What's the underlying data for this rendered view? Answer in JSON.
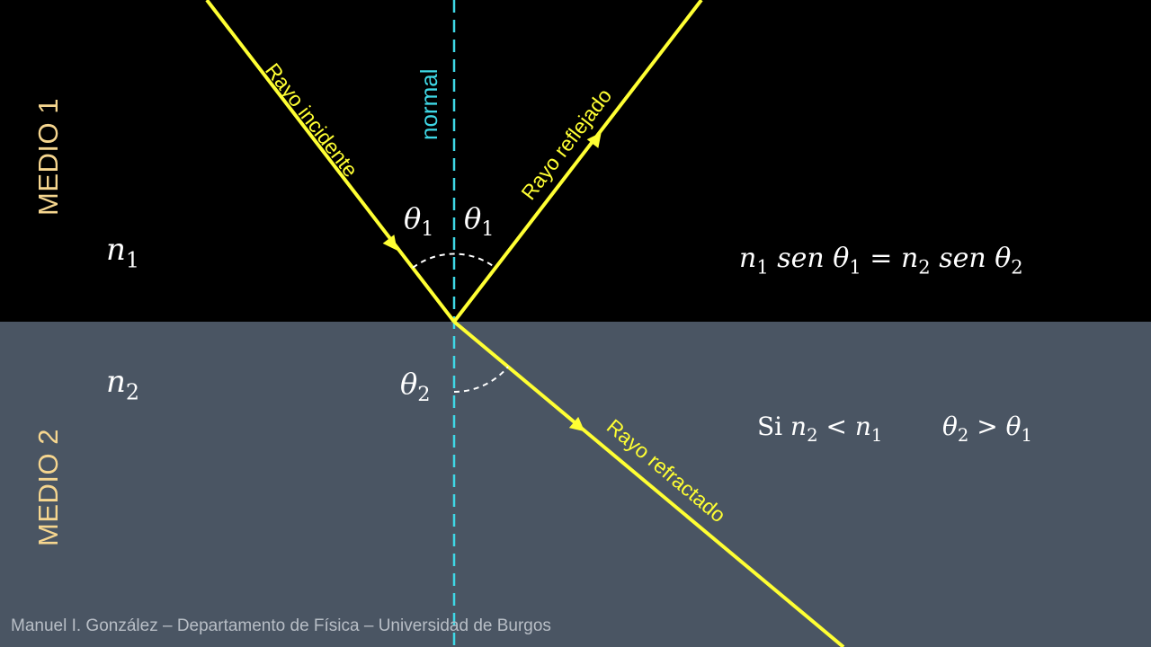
{
  "media": {
    "medium1_label": "MEDIO 1",
    "medium2_label": "MEDIO 2",
    "medium1_color": "#000000",
    "medium2_color": "#4a5563"
  },
  "normal": {
    "label": "normal",
    "color": "#3fd8e6",
    "style": "dashed"
  },
  "rays": {
    "color": "#ffff33",
    "incident_label": "Rayo incidente",
    "reflected_label": "Rayo reflejado",
    "refracted_label": "Rayo refractado"
  },
  "symbols": {
    "n1_base": "n",
    "n1_sub": "1",
    "n2_base": "n",
    "n2_sub": "2",
    "theta1_left_base": "θ",
    "theta1_left_sub": "1",
    "theta1_right_base": "θ",
    "theta1_right_sub": "1",
    "theta2_base": "θ",
    "theta2_sub": "2"
  },
  "snell": {
    "a": "n",
    "a_sub": "1",
    "b": "sen θ",
    "b_sub": "1",
    "eq": "=",
    "c": "n",
    "c_sub": "2",
    "d": "sen θ",
    "d_sub": "2"
  },
  "condition": {
    "si": "Si",
    "a": "n",
    "a_sub": "2",
    "lt": "<",
    "b": "n",
    "b_sub": "1",
    "c": "θ",
    "c_sub": "2",
    "gt": ">",
    "d": "θ",
    "d_sub": "1"
  },
  "credit": "Manuel I. González – Departamento de Física – Universidad de Burgos"
}
